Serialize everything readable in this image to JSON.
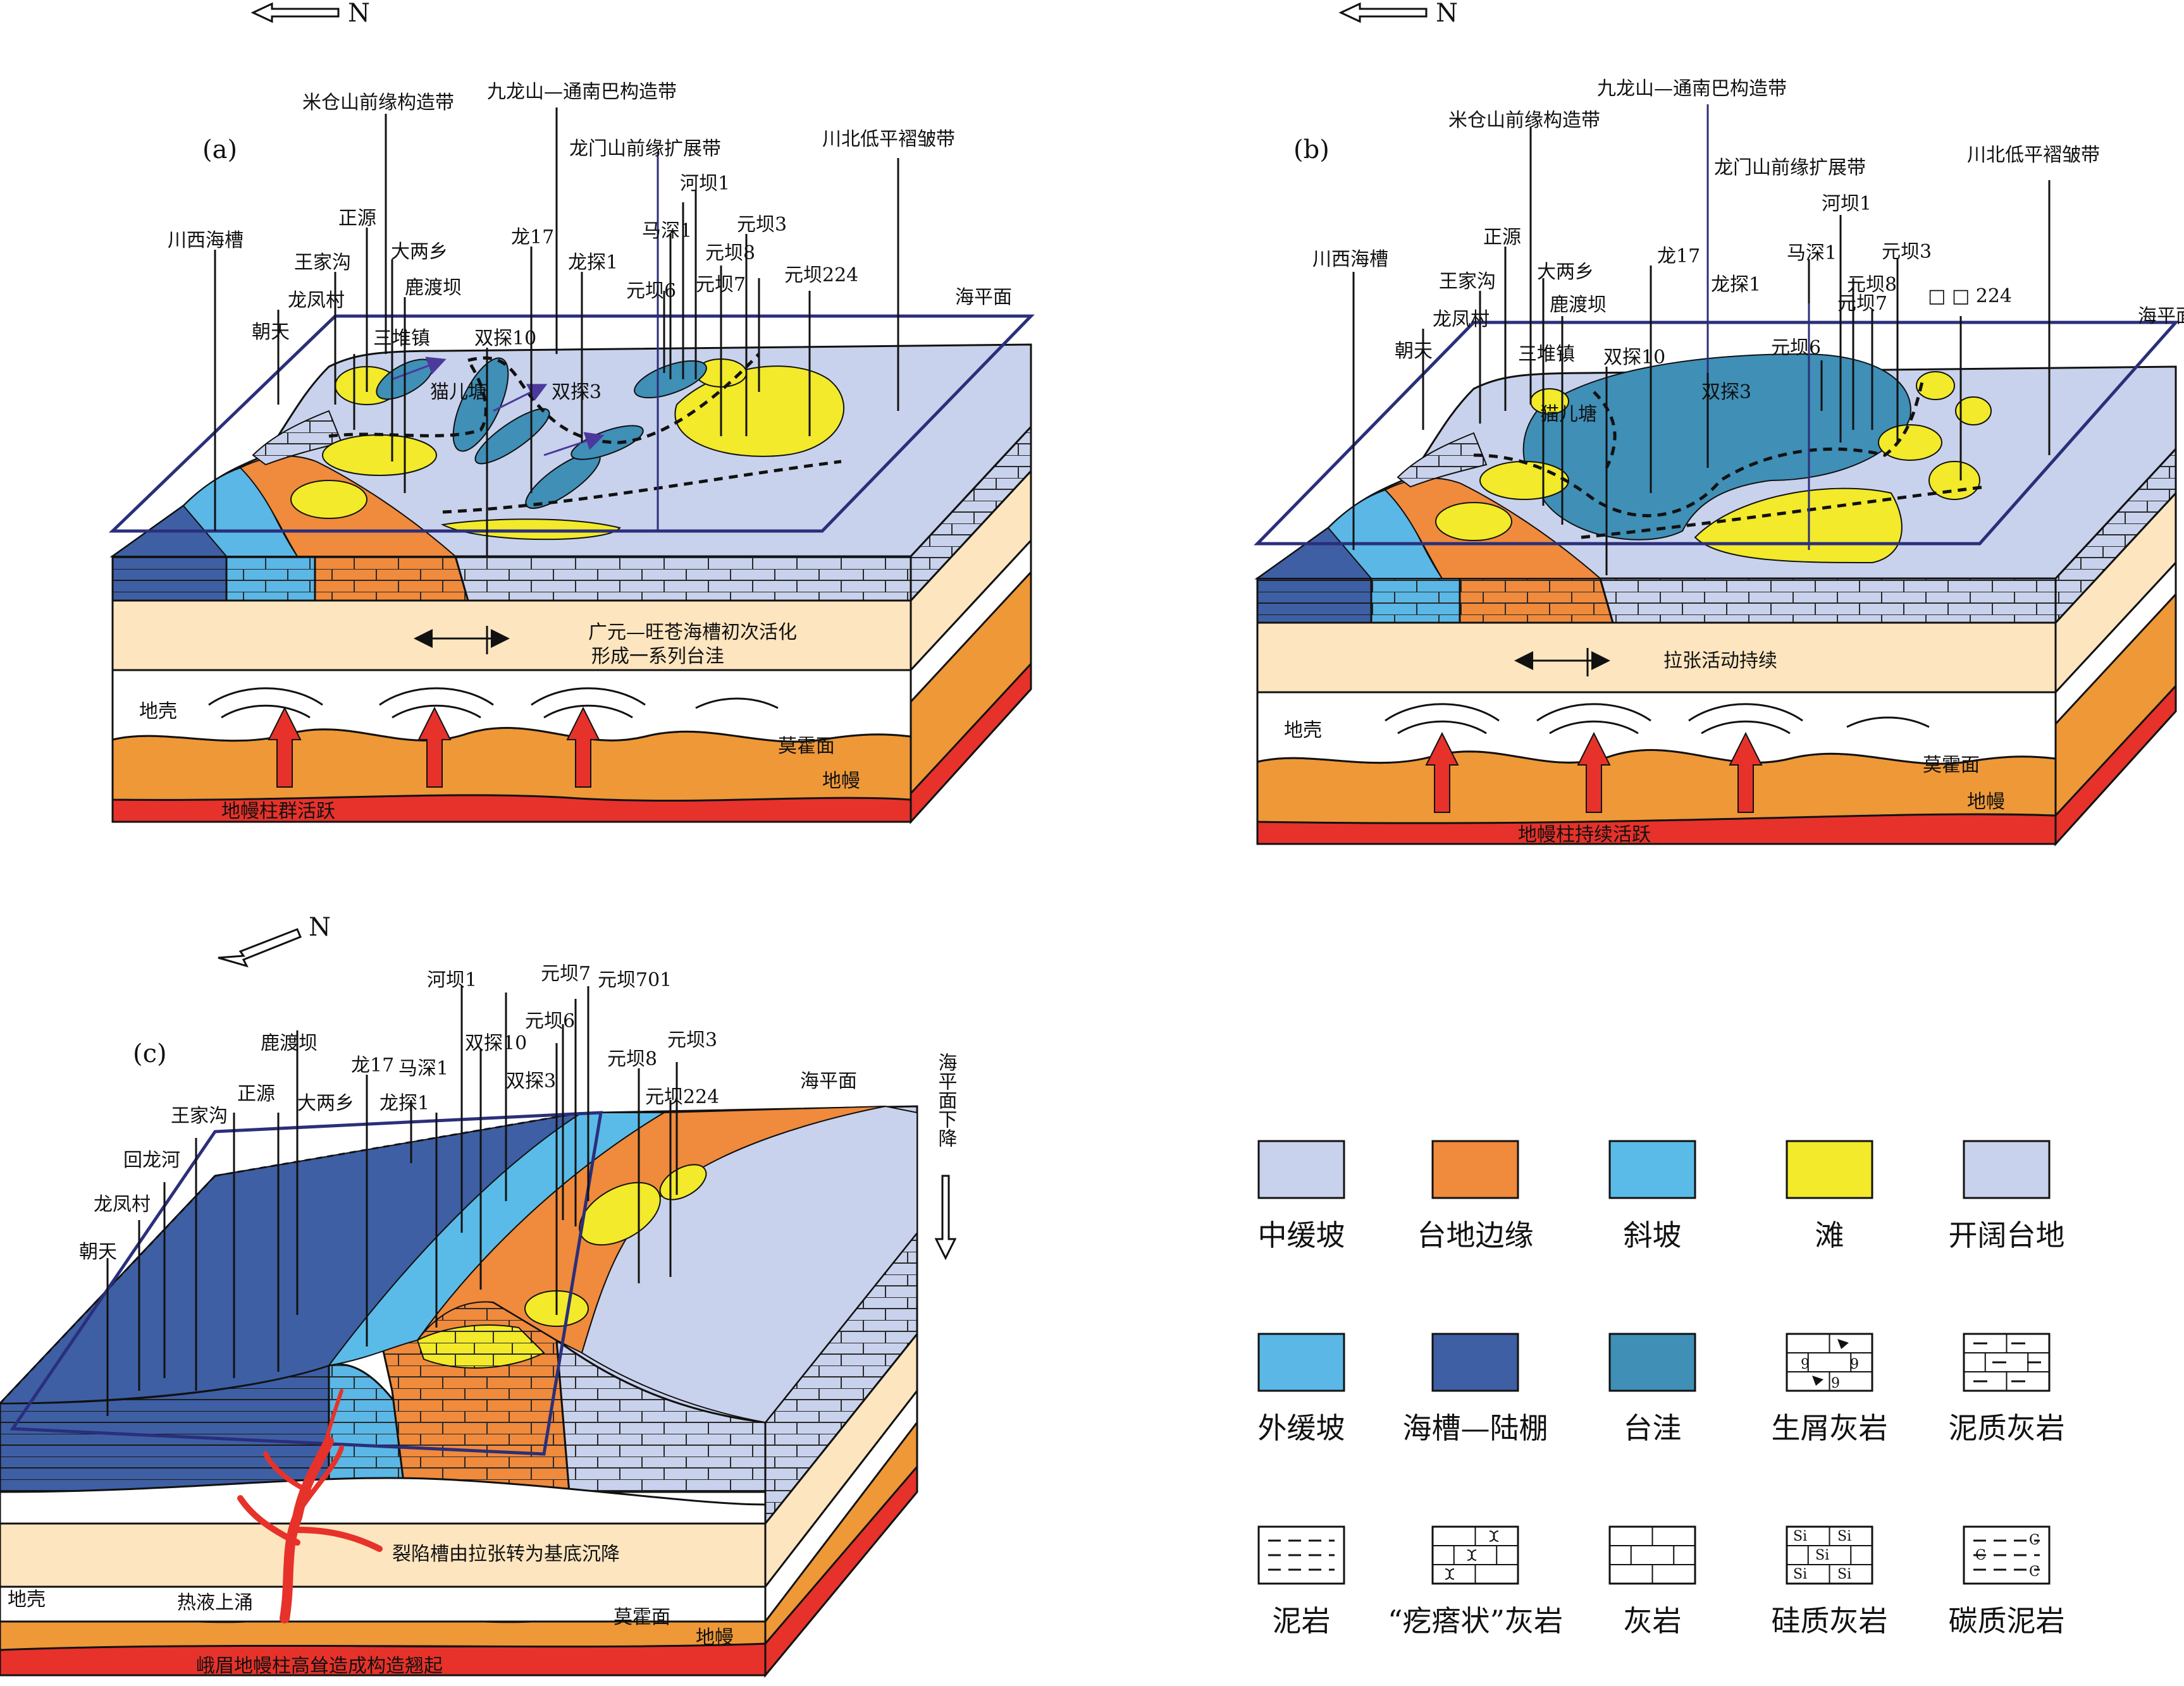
{
  "colors": {
    "mid_ramp": "#c9d2ec",
    "platform_margin": "#f08a3c",
    "slope": "#5bbbe8",
    "shoal": "#f2ea2a",
    "open_platform": "#c9d2ec",
    "outer_ramp": "#5bb7e6",
    "trough_shelf": "#3e5fa4",
    "intraplatform_depression": "#3f8fb7",
    "crust_band": "#fde5bf",
    "mantle_orange": "#ee9838",
    "mantle_red": "#e6322a",
    "frame": "#2b2f7a"
  },
  "north_label": "N",
  "common": {
    "sea_level": "海平面",
    "crust": "地壳",
    "moho": "莫霍面",
    "mantle": "地幔"
  },
  "panel_a": {
    "letter": "(a)",
    "zones": {
      "micang": "米仓山前缘构造带",
      "jiulong": "九龙山—通南巴构造带",
      "longmen": "龙门山前缘扩展带",
      "chuanbei": "川北低平褶皱带",
      "chuanxi": "川西海槽"
    },
    "wells": {
      "zhengyuan": "正源",
      "wangjiagou": "王家沟",
      "daliangxiang": "大两乡",
      "ludu": "鹿渡坝",
      "longfengcun": "龙凤村",
      "chaotian": "朝天",
      "sanduizhen": "三堆镇",
      "maoer": "猫儿塘",
      "long17": "龙17",
      "longtan1": "龙探1",
      "heba1": "河坝1",
      "mashen1": "马深1",
      "yuanba3": "元坝3",
      "yuanba8": "元坝8",
      "yuanba6": "元坝6",
      "yuanba7": "元坝7",
      "yuanba224": "元坝224",
      "shuangtan10": "双探10",
      "shuangtan3": "双探3"
    },
    "process_1": "广元—旺苍海槽初次活化",
    "process_2": "形成一系列台洼",
    "caption": "地幔柱群活跃"
  },
  "panel_b": {
    "letter": "(b)",
    "zones": {
      "jiulong": "九龙山—通南巴构造带",
      "micang": "米仓山前缘构造带",
      "longmen": "龙门山前缘扩展带",
      "chuanbei": "川北低平褶皱带",
      "chuanxi": "川西海槽"
    },
    "wells": {
      "heba1": "河坝1",
      "zhengyuan": "正源",
      "long17": "龙17",
      "mashen1": "马深1",
      "yuanba3": "元坝3",
      "wangjiagou": "王家沟",
      "daliangxiang": "大两乡",
      "longtan1": "龙探1",
      "yuanba8": "元坝8",
      "yuanba7": "元坝7",
      "yuanba224": "□ □ 224",
      "ludu": "鹿渡坝",
      "longfengcun": "龙凤村",
      "yuanba6": "元坝6",
      "chaotian": "朝天",
      "sanduizhen": "三堆镇",
      "shuangtan10": "双探10",
      "shuangtan3": "双探3",
      "maoer": "猫儿塘"
    },
    "process": "拉张活动持续",
    "caption": "地幔柱持续活跃"
  },
  "panel_c": {
    "letter": "(c)",
    "wells": {
      "heba1": "河坝1",
      "yuanba7": "元坝7",
      "yuanba701": "元坝701",
      "yuanba6": "元坝6",
      "shuangtan10": "双探10",
      "yuanba3": "元坝3",
      "ludu": "鹿渡坝",
      "long17": "龙17",
      "mashen1": "马深1",
      "shuangtan3": "双探3",
      "yuanba8": "元坝8",
      "zhengyuan": "正源",
      "yuanba224": "元坝224",
      "wangjiagou": "王家沟",
      "daliangxiang": "大两乡",
      "longtan1": "龙探1",
      "huilonghe": "回龙河",
      "longfengcun": "龙凤村",
      "chaotian": "朝天"
    },
    "sea_fall": "海平面下降",
    "process": "裂陷槽由拉张转为基底沉降",
    "hydro": "热液上涌",
    "caption": "峨眉地幔柱高耸造成构造翘起"
  },
  "legend": {
    "items": [
      {
        "label": "中缓坡",
        "kind": "fill",
        "color": "#c9d2ec"
      },
      {
        "label": "台地边缘",
        "kind": "fill",
        "color": "#f08a3c"
      },
      {
        "label": "斜坡",
        "kind": "fill",
        "color": "#5bbbe8"
      },
      {
        "label": "滩",
        "kind": "fill",
        "color": "#f2ea2a"
      },
      {
        "label": "开阔台地",
        "kind": "fill",
        "color": "#c9d2ec"
      },
      {
        "label": "外缓坡",
        "kind": "fill",
        "color": "#5bb7e6"
      },
      {
        "label": "海槽—陆棚",
        "kind": "fill",
        "color": "#3e5fa4"
      },
      {
        "label": "台洼",
        "kind": "fill",
        "color": "#3f8fb7"
      },
      {
        "label": "生屑灰岩",
        "kind": "bioclastic"
      },
      {
        "label": "泥质灰岩",
        "kind": "argillaceous-limestone"
      },
      {
        "label": "泥岩",
        "kind": "mudstone"
      },
      {
        "label": "“疙瘩状”灰岩",
        "kind": "nodular-limestone"
      },
      {
        "label": "灰岩",
        "kind": "limestone"
      },
      {
        "label": "硅质灰岩",
        "kind": "siliceous-limestone"
      },
      {
        "label": "碳质泥岩",
        "kind": "carbonaceous-mudstone"
      }
    ],
    "glyphs": {
      "si": "Si",
      "c": "C",
      "nine": "9"
    }
  }
}
